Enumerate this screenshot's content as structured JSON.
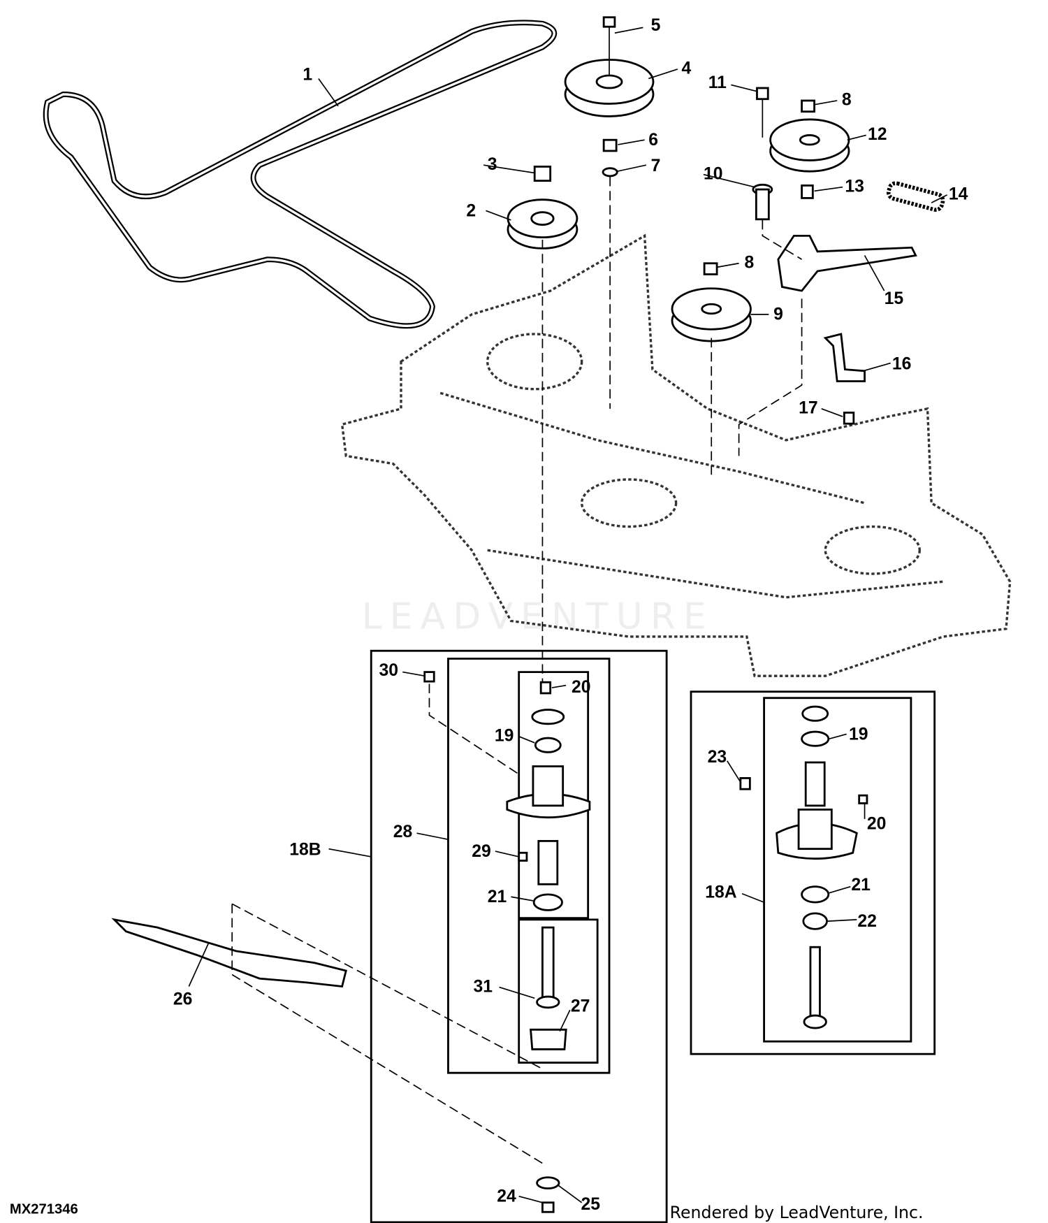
{
  "diagram": {
    "figure_id": "MX271346",
    "credit": "Rendered by LeadVenture, Inc.",
    "watermark": "LEADVENTURE",
    "callouts": [
      "1",
      "2",
      "3",
      "4",
      "5",
      "6",
      "7",
      "8",
      "8",
      "9",
      "10",
      "11",
      "12",
      "13",
      "14",
      "15",
      "16",
      "17",
      "18B",
      "19",
      "20",
      "21",
      "24",
      "25",
      "26",
      "27",
      "28",
      "29",
      "30",
      "31",
      "18A",
      "19",
      "20",
      "21",
      "22",
      "23"
    ]
  }
}
